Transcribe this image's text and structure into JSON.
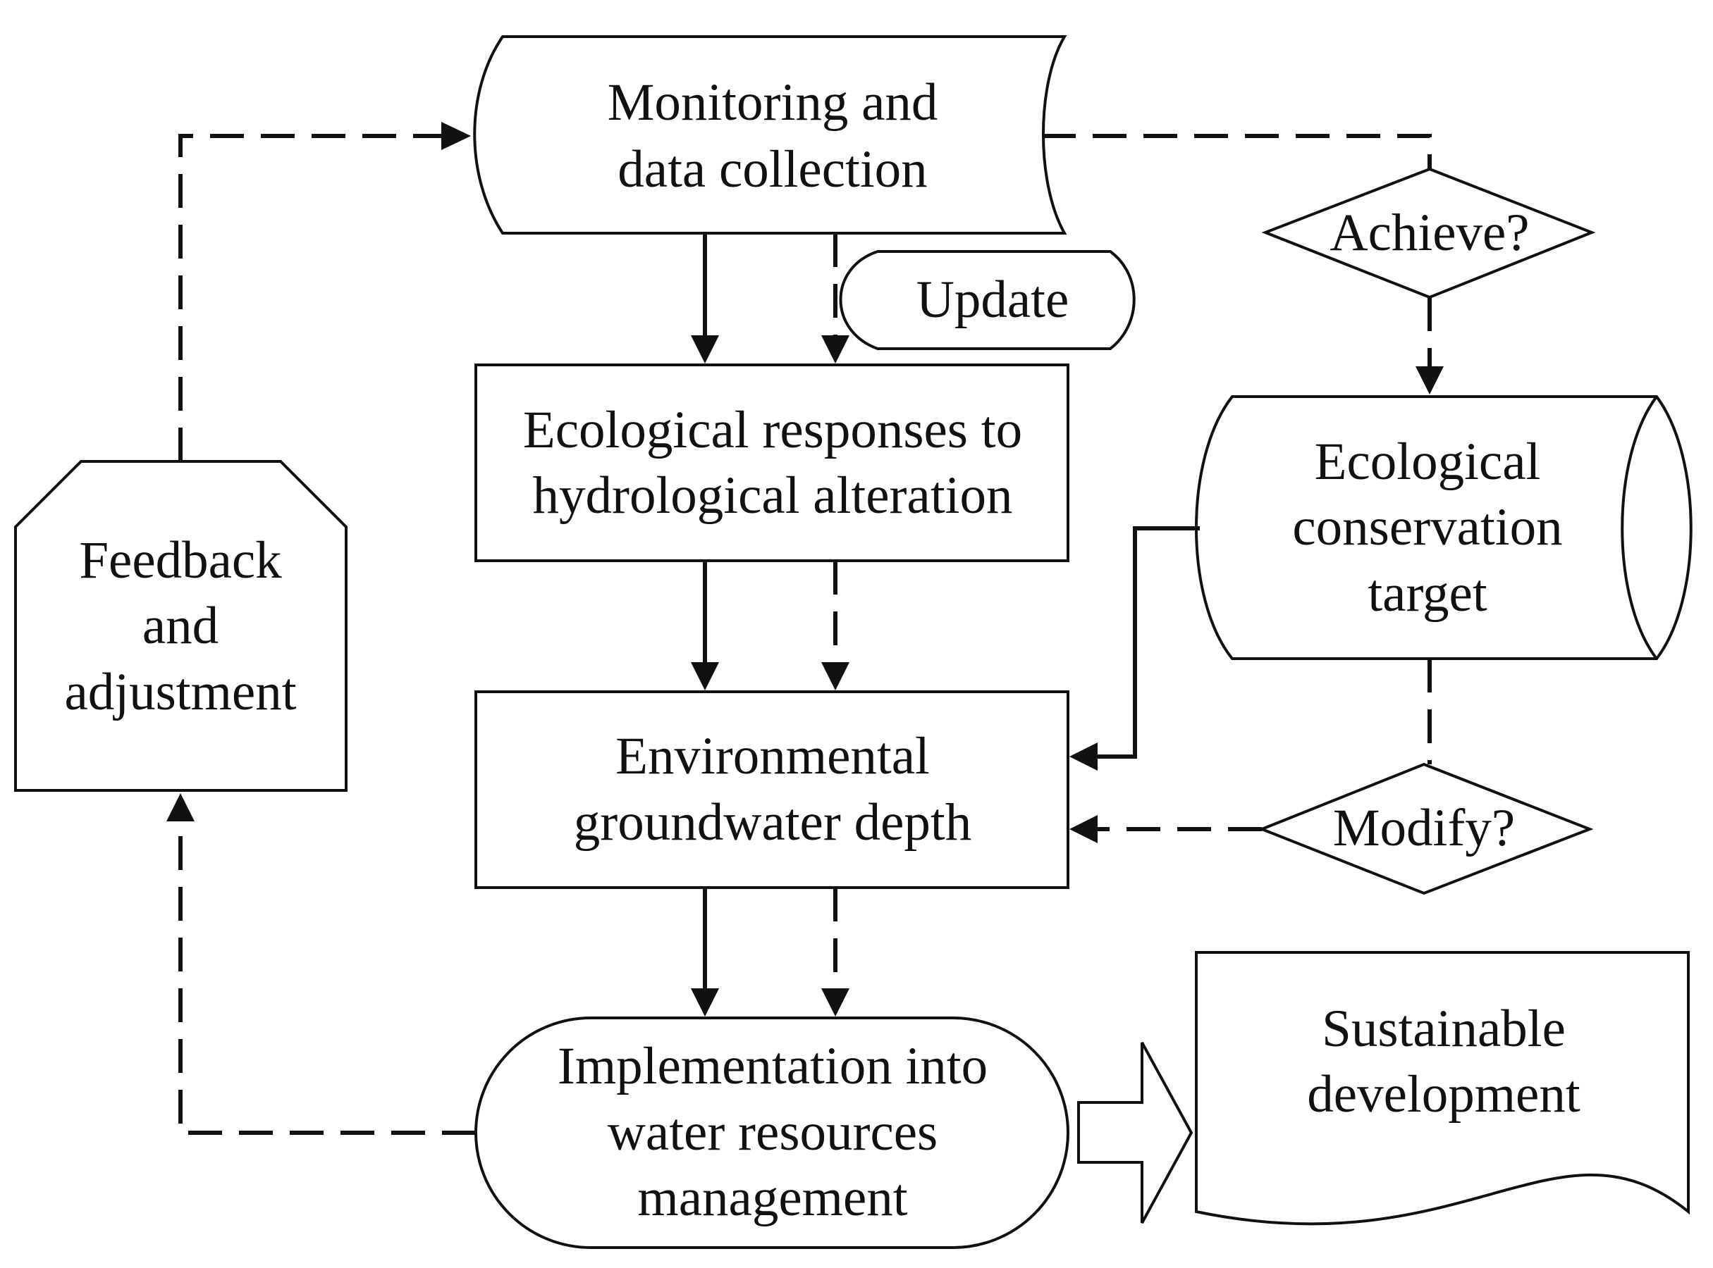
{
  "nodes": {
    "monitoring": {
      "lines": [
        "Monitoring and",
        "data collection"
      ]
    },
    "update": {
      "lines": [
        "Update"
      ]
    },
    "ecological_responses": {
      "lines": [
        "Ecological responses to",
        "hydrological alteration"
      ]
    },
    "groundwater_depth": {
      "lines": [
        "Environmental",
        "groundwater depth"
      ]
    },
    "implementation": {
      "lines": [
        "Implementation into",
        "water resources",
        "management"
      ]
    },
    "feedback": {
      "lines": [
        "Feedback",
        "and",
        "adjustment"
      ]
    },
    "achieve": {
      "lines": [
        "Achieve?"
      ]
    },
    "conservation_target": {
      "lines": [
        "Ecological",
        "conservation",
        "target"
      ]
    },
    "modify": {
      "lines": [
        "Modify?"
      ]
    },
    "sustainable": {
      "lines": [
        "Sustainable",
        "development"
      ]
    }
  }
}
